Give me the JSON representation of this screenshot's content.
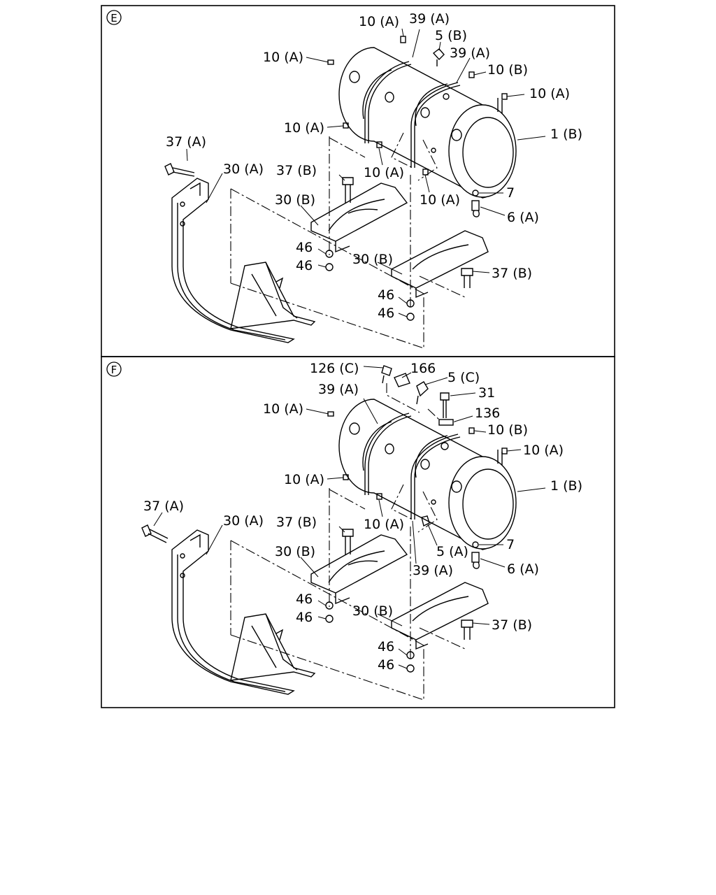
{
  "panels": [
    {
      "id": "E",
      "labels": {
        "l1": "10 (A)",
        "l2": "39 (A)",
        "l3": "5 (B)",
        "l4": "10 (A)",
        "l5": "39 (A)",
        "l6": "10 (B)",
        "l7": "10 (A)",
        "l8": "10 (A)",
        "l9": "1 (B)",
        "l10": "37 (A)",
        "l11": "30 (A)",
        "l12": "37 (B)",
        "l13": "10 (A)",
        "l14": "10 (A)",
        "l15": "7",
        "l16": "30 (B)",
        "l17": "6 (A)",
        "l18": "46",
        "l19": "46",
        "l20": "30 (B)",
        "l21": "37 (B)",
        "l22": "46",
        "l23": "46"
      }
    },
    {
      "id": "F",
      "labels": {
        "l1": "126 (C)",
        "l2": "166",
        "l3": "5 (C)",
        "l4": "39 (A)",
        "l5": "31",
        "l6": "10 (A)",
        "l7": "136",
        "l8": "10 (B)",
        "l9": "10 (A)",
        "l10": "10 (A)",
        "l11": "1 (B)",
        "l12": "37 (A)",
        "l13": "30 (A)",
        "l14": "37 (B)",
        "l15": "10 (A)",
        "l16": "30 (B)",
        "l17": "5 (A)",
        "l18": "7",
        "l19": "39 (A)",
        "l20": "6 (A)",
        "l21": "46",
        "l22": "46",
        "l23": "30 (B)",
        "l24": "37 (B)",
        "l25": "46",
        "l26": "46"
      }
    }
  ]
}
